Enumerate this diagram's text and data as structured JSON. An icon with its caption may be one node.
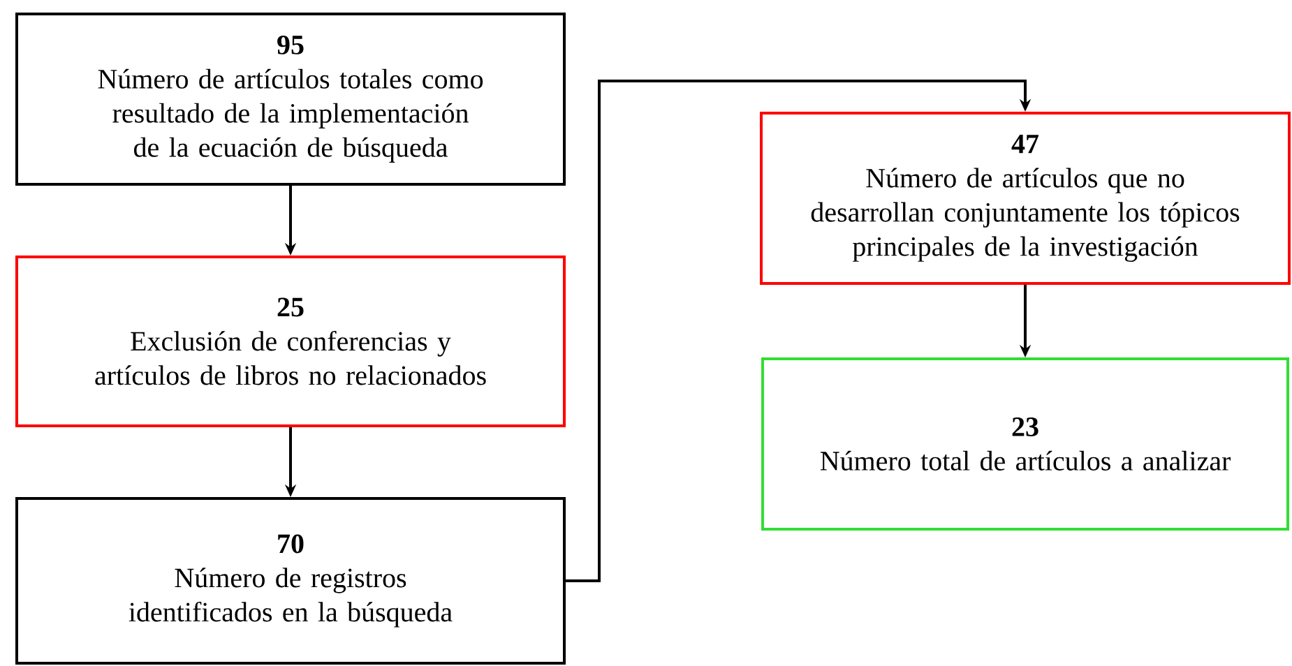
{
  "diagram": {
    "nodes": [
      {
        "text": [
          "95",
          "Número de artículos totales como resultado de la implementación de la ecuación de búsqueda"
        ]
      },
      {
        "text": [
          "25",
          "Exclusión de conferencias y artículos de libros no relacionados"
        ]
      },
      {
        "text": [
          "70",
          "Número de registros identificados en la búsqueda"
        ]
      },
      {
        "text": [
          "47",
          "Número de artículos que no desarrollan conjuntamente los tópicos principales de la investigación"
        ]
      },
      {
        "text": [
          "23",
          "Número total de artículos a analizar"
        ]
      }
    ],
    "edges": [
      {
        "from": 0,
        "to": 1,
        "arrow": "to"
      },
      {
        "from": 1,
        "to": 2,
        "arrow": "to"
      },
      {
        "from": 2,
        "to": 3,
        "arrow": "to"
      },
      {
        "from": 3,
        "to": 4,
        "arrow": "to"
      }
    ]
  }
}
